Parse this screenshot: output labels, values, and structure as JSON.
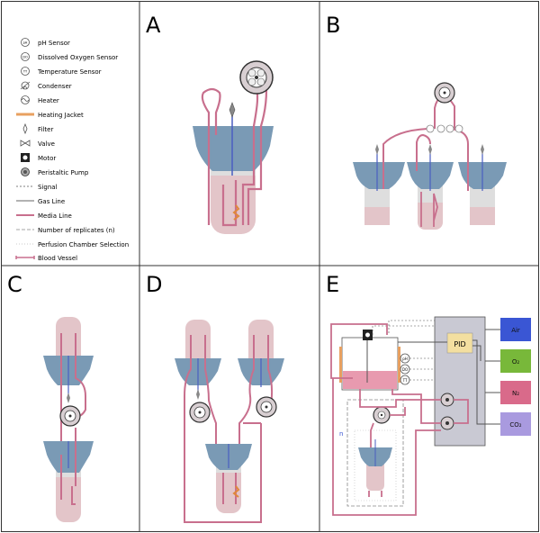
{
  "panels": {
    "a": "A",
    "b": "B",
    "c": "C",
    "d": "D",
    "e": "E"
  },
  "legend": [
    {
      "label": "pH Sensor",
      "icon": "ph-sensor-icon",
      "glyph": "pH"
    },
    {
      "label": "Dissolved Oxygen Sensor",
      "icon": "do-sensor-icon",
      "glyph": "DO"
    },
    {
      "label": "Temperature Sensor",
      "icon": "temperature-sensor-icon",
      "glyph": "TT"
    },
    {
      "label": "Condenser",
      "icon": "condenser-icon"
    },
    {
      "label": "Heater",
      "icon": "heater-icon"
    },
    {
      "label": "Heating Jacket",
      "icon": "heating-jacket-icon"
    },
    {
      "label": "Filter",
      "icon": "filter-icon"
    },
    {
      "label": "Valve",
      "icon": "valve-icon"
    },
    {
      "label": "Motor",
      "icon": "motor-icon"
    },
    {
      "label": "Peristaltic Pump",
      "icon": "peristaltic-pump-icon"
    },
    {
      "label": "Signal",
      "icon": "signal-line-icon"
    },
    {
      "label": "Gas Line",
      "icon": "gas-line-icon"
    },
    {
      "label": "Media Line",
      "icon": "media-line-icon"
    },
    {
      "label": "Number of replicates (n)",
      "icon": "replicates-box-icon"
    },
    {
      "label": "Perfusion Chamber Selection",
      "icon": "chamber-selection-icon"
    },
    {
      "label": "Blood Vessel",
      "icon": "blood-vessel-icon"
    }
  ],
  "panel_e": {
    "pid": "PID",
    "gases": [
      {
        "label": "Air",
        "color": "#3a56d4"
      },
      {
        "label": "O₂",
        "color": "#78b83a"
      },
      {
        "label": "N₂",
        "color": "#d96a8a"
      },
      {
        "label": "CO₂",
        "color": "#a99adf"
      }
    ],
    "sensors": [
      "pH",
      "DO",
      "TT"
    ],
    "replicates": "n"
  },
  "colors": {
    "media": "#c86f8d",
    "gas": "#5b6fbf",
    "chamber": "#7a9ab5",
    "tissue": "#d9b3b8",
    "jacket": "#e0883a",
    "grid": "#333333"
  }
}
